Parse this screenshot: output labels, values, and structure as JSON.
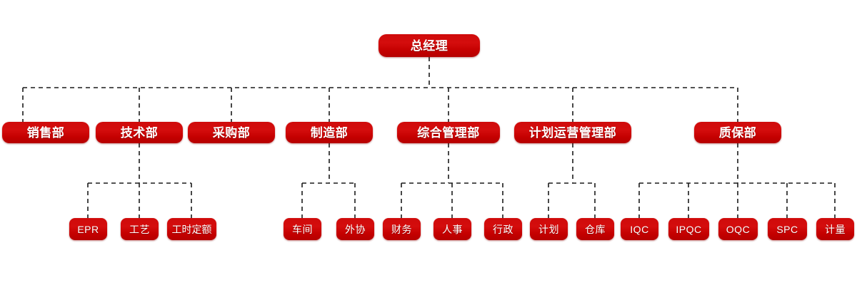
{
  "diagram": {
    "type": "organization-chart",
    "title_node": "总经理",
    "colors": {
      "node_fill": "#c90b0b",
      "node_text": "#ffffff",
      "connector": "#1a1a1a",
      "background": "#ffffff"
    },
    "connector_style": "dashed",
    "levels": 3
  },
  "nodes": {
    "root": {
      "label": "总经理",
      "level": 0
    },
    "level1": [
      {
        "label": "销售部",
        "id": "sales"
      },
      {
        "label": "技术部",
        "id": "technology"
      },
      {
        "label": "采购部",
        "id": "procurement"
      },
      {
        "label": "制造部",
        "id": "manufacturing"
      },
      {
        "label": "综合管理部",
        "id": "general-management"
      },
      {
        "label": "计划运营管理部",
        "id": "planning-operations"
      },
      {
        "label": "质保部",
        "id": "quality-assurance"
      }
    ],
    "level2": [
      {
        "label": "EPR",
        "id": "epr",
        "parent": "technology"
      },
      {
        "label": "工艺",
        "id": "process",
        "parent": "technology"
      },
      {
        "label": "工时定额",
        "id": "labor-quota",
        "parent": "technology"
      },
      {
        "label": "车间",
        "id": "workshop",
        "parent": "manufacturing"
      },
      {
        "label": "外协",
        "id": "outsourcing",
        "parent": "manufacturing"
      },
      {
        "label": "财务",
        "id": "finance",
        "parent": "general-management"
      },
      {
        "label": "人事",
        "id": "hr",
        "parent": "general-management"
      },
      {
        "label": "行政",
        "id": "administration",
        "parent": "general-management"
      },
      {
        "label": "计划",
        "id": "planning",
        "parent": "planning-operations"
      },
      {
        "label": "仓库",
        "id": "warehouse",
        "parent": "planning-operations"
      },
      {
        "label": "IQC",
        "id": "iqc",
        "parent": "quality-assurance"
      },
      {
        "label": "IPQC",
        "id": "ipqc",
        "parent": "quality-assurance"
      },
      {
        "label": "OQC",
        "id": "oqc",
        "parent": "quality-assurance"
      },
      {
        "label": "SPC",
        "id": "spc",
        "parent": "quality-assurance"
      },
      {
        "label": "计量",
        "id": "metrology",
        "parent": "quality-assurance"
      }
    ]
  }
}
